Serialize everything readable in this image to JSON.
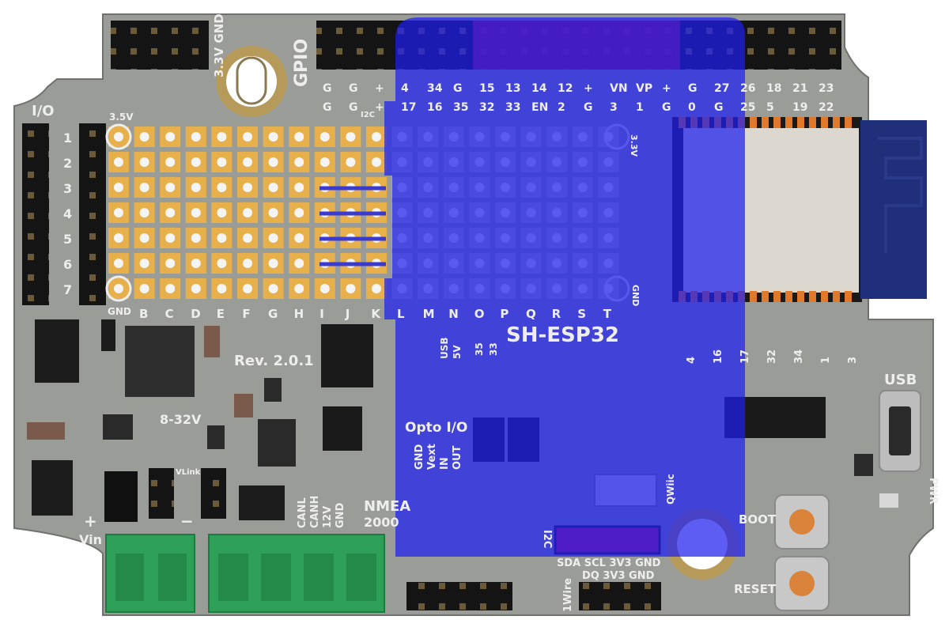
{
  "board": {
    "name": "SH-ESP32",
    "revision": "Rev. 2.0.1",
    "voltage_range": "8-32V",
    "colors": {
      "pcb": "#9a9d97",
      "pcb_edge": "#7d807b",
      "silkscreen": "#eeeeee",
      "pad_gold": "#e8b04a",
      "overlay_blue": "#1e1ef0",
      "highlight_magenta": "#c81a5a",
      "terminal_green": "#2ea05a",
      "button_cap": "#d9843a"
    }
  },
  "labels": {
    "io": "I/O",
    "gpio": "GPIO",
    "v33_gnd": "3.3V GND",
    "v35_top": "3.5V",
    "gnd_bottom": "GND",
    "v33_right": "3.3V",
    "gnd_right": "GND",
    "usb": "USB",
    "pwr": "PWR",
    "boot": "BOOT",
    "reset": "RESET",
    "vin": "Vin",
    "plus": "+",
    "minus": "−",
    "vlink": "VLink",
    "nmea": "NMEA",
    "nmea_2000": "2000",
    "opto_io": "Opto I/O",
    "usb5v_a": "USB",
    "usb5v_b": "5V",
    "pin35": "35",
    "pin33": "33",
    "qwiic": "QWiic",
    "i2c": "I2C",
    "onewire": "1Wire",
    "i2c_pins": "SDA SCL 3V3 GND",
    "onewire_pins": "DQ 3V3 GND",
    "can_col": [
      "CANL",
      "CANH",
      "12V",
      "GND"
    ],
    "opto_col": [
      "GND",
      "Vext",
      "IN",
      "OUT"
    ],
    "i2c_small": "I2C"
  },
  "gpio_header_top": {
    "row1": [
      "G",
      "G",
      "+",
      "4",
      "34",
      "G",
      "15",
      "13",
      "14",
      "12",
      "+",
      "VN",
      "VP",
      "+",
      "G",
      "27",
      "26",
      "18",
      "21",
      "23"
    ],
    "row2": [
      "G",
      "G",
      "+",
      "17",
      "16",
      "35",
      "32",
      "33",
      "EN",
      "2",
      "G",
      "3",
      "1",
      "G",
      "0",
      "G",
      "25",
      "5",
      "19",
      "22"
    ]
  },
  "proto_rows": [
    "1",
    "2",
    "3",
    "4",
    "5",
    "6",
    "7"
  ],
  "proto_cols": [
    "B",
    "C",
    "D",
    "E",
    "F",
    "G",
    "H",
    "I",
    "J",
    "K",
    "L",
    "M",
    "N",
    "O",
    "P",
    "Q",
    "R",
    "S",
    "T"
  ],
  "right_pins": [
    "4",
    "16",
    "17",
    "32",
    "34",
    "1",
    "3"
  ]
}
